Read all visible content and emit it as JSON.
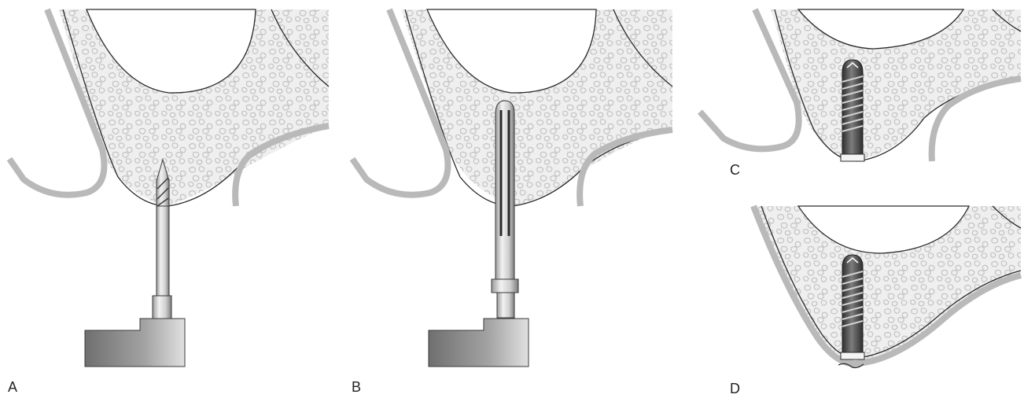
{
  "labels": {
    "a": "A",
    "b": "B",
    "c": "C",
    "d": "D"
  },
  "colors": {
    "background": "#ffffff",
    "cortical_bone": "#b9b9b9",
    "cancellous_fill": "#efefef",
    "cancellous_cells": "#c6c6c6",
    "outline": "#2a2a2a",
    "metal_light": "#e6e6e6",
    "metal_dark": "#4a4a4a",
    "handpiece": "#8a8a8a"
  },
  "icons": [
    "twist-drill-icon",
    "reamer-icon",
    "bone-screw-icon",
    "handpiece-icon"
  ]
}
